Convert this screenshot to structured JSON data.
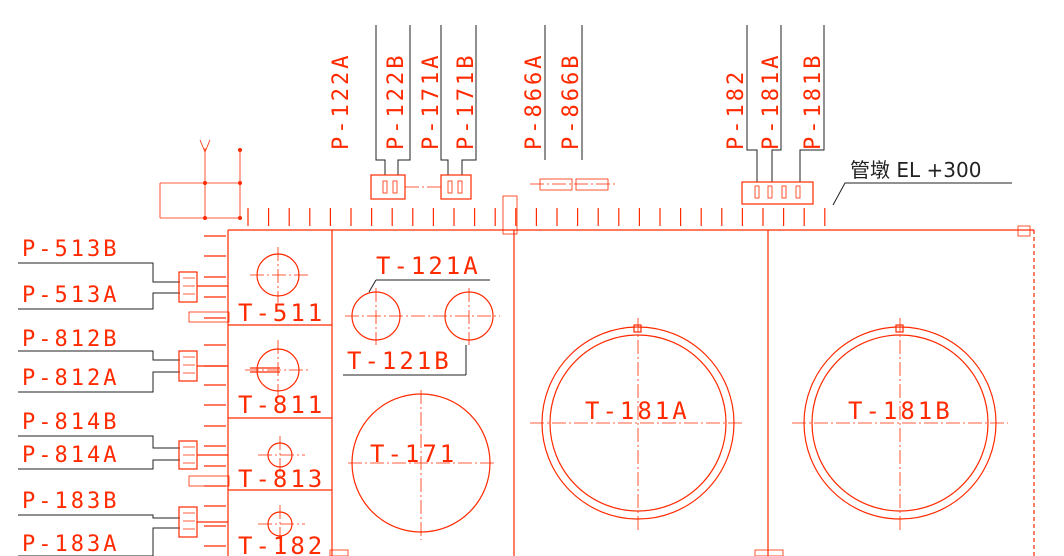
{
  "top_pumps": {
    "group1": [
      "P-122A",
      "P-122B",
      "P-171A",
      "P-171B"
    ],
    "group2": [
      "P-866A",
      "P-866B"
    ],
    "group3": [
      "P-182",
      "P-181A",
      "P-181B"
    ]
  },
  "left_pumps": [
    {
      "upper": "P-513B",
      "lower": "P-513A"
    },
    {
      "upper": "P-812B",
      "lower": "P-812A"
    },
    {
      "upper": "P-814B",
      "lower": "P-814A"
    },
    {
      "upper": "P-183B",
      "lower": "P-183A"
    }
  ],
  "pier_note": "管墩 EL +300",
  "tanks": {
    "t511": "T-511",
    "t811": "T-811",
    "t813": "T-813",
    "t182": "T-182",
    "t121a": "T-121A",
    "t121b": "T-121B",
    "t171": "T-171",
    "t181a": "T-181A",
    "t181b": "T-181B"
  },
  "colors": {
    "drawing": "#ff2a00",
    "annotation": "#222222"
  }
}
